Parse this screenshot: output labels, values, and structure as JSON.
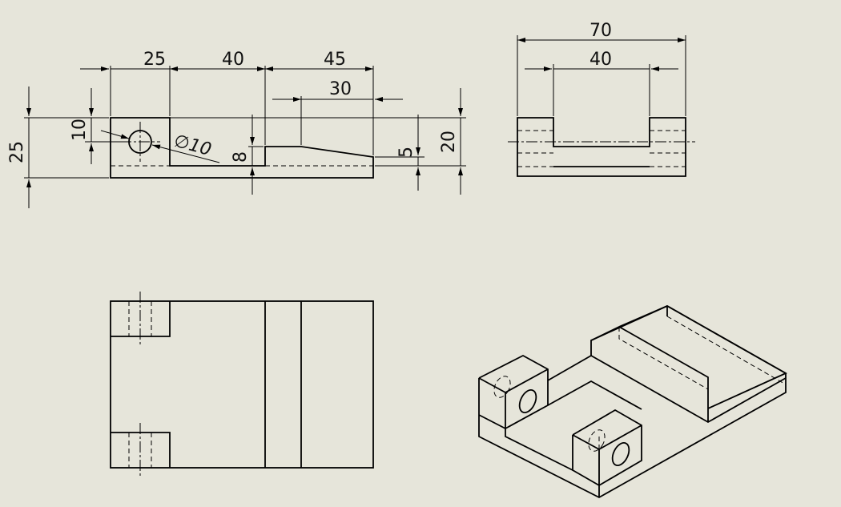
{
  "dimensions": {
    "front_25": "25",
    "front_40": "40",
    "front_45": "45",
    "front_30": "30",
    "front_height_25": "25",
    "front_10": "10",
    "front_hole_dia": "∅10",
    "front_8": "8",
    "front_5": "5",
    "front_20": "20",
    "side_70": "70",
    "side_40": "40"
  }
}
